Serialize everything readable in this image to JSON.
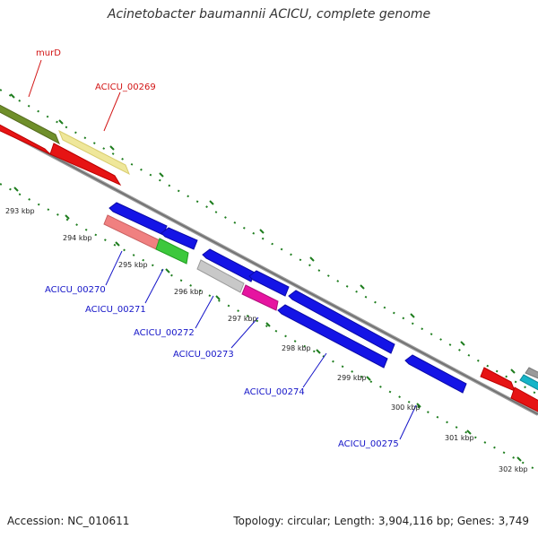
{
  "title": "Acinetobacter baumannii ACICU, complete genome",
  "footer": {
    "accession": "Accession: NC_010611",
    "summary": "Topology: circular; Length: 3,904,116 bp; Genes: 3,749"
  },
  "colors": {
    "backbone": "#7a7a7a",
    "tick": "#1e7d1e",
    "gene_label_blue": "#1414c8",
    "gene_label_red": "#d21414",
    "kbp_label": "#222222"
  },
  "kbp_labels": [
    "293 kbp",
    "294 kbp",
    "295 kbp",
    "296 kbp",
    "297 kbp",
    "298 kbp",
    "299 kbp",
    "300 kbp",
    "301 kbp",
    "302 kbp"
  ],
  "gene_labels": [
    "murD",
    "ACICU_00269",
    "ACICU_00270",
    "ACICU_00271",
    "ACICU_00272",
    "ACICU_00273",
    "ACICU_00274",
    "ACICU_00275"
  ]
}
